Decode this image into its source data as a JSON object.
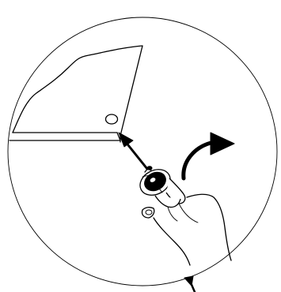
{
  "figure": {
    "kind": "instruction-illustration",
    "elements": [
      "detail-circle",
      "panel-corner",
      "mounting-hole",
      "fastener-knob",
      "hand",
      "insert-arrow",
      "rotate-arrow",
      "pointer-arrow"
    ],
    "colors": {
      "line": "#000000",
      "background": "#ffffff"
    }
  }
}
